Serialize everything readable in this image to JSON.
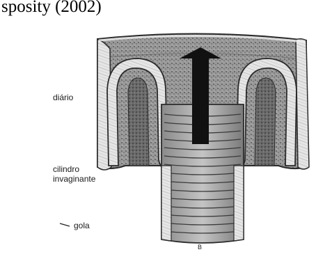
{
  "figure": {
    "heading_fragment": "sposity (2002)",
    "labels": {
      "intermediate": "diário",
      "sheath": "cilindro\ninvaginante",
      "collar": "gola",
      "panel_letter": "B"
    },
    "arrow_direction": "up",
    "colors": {
      "background": "#ffffff",
      "tissue_dark": "#6d6d6d",
      "tissue_light": "#d8d8d8",
      "arrow": "#111111"
    }
  }
}
